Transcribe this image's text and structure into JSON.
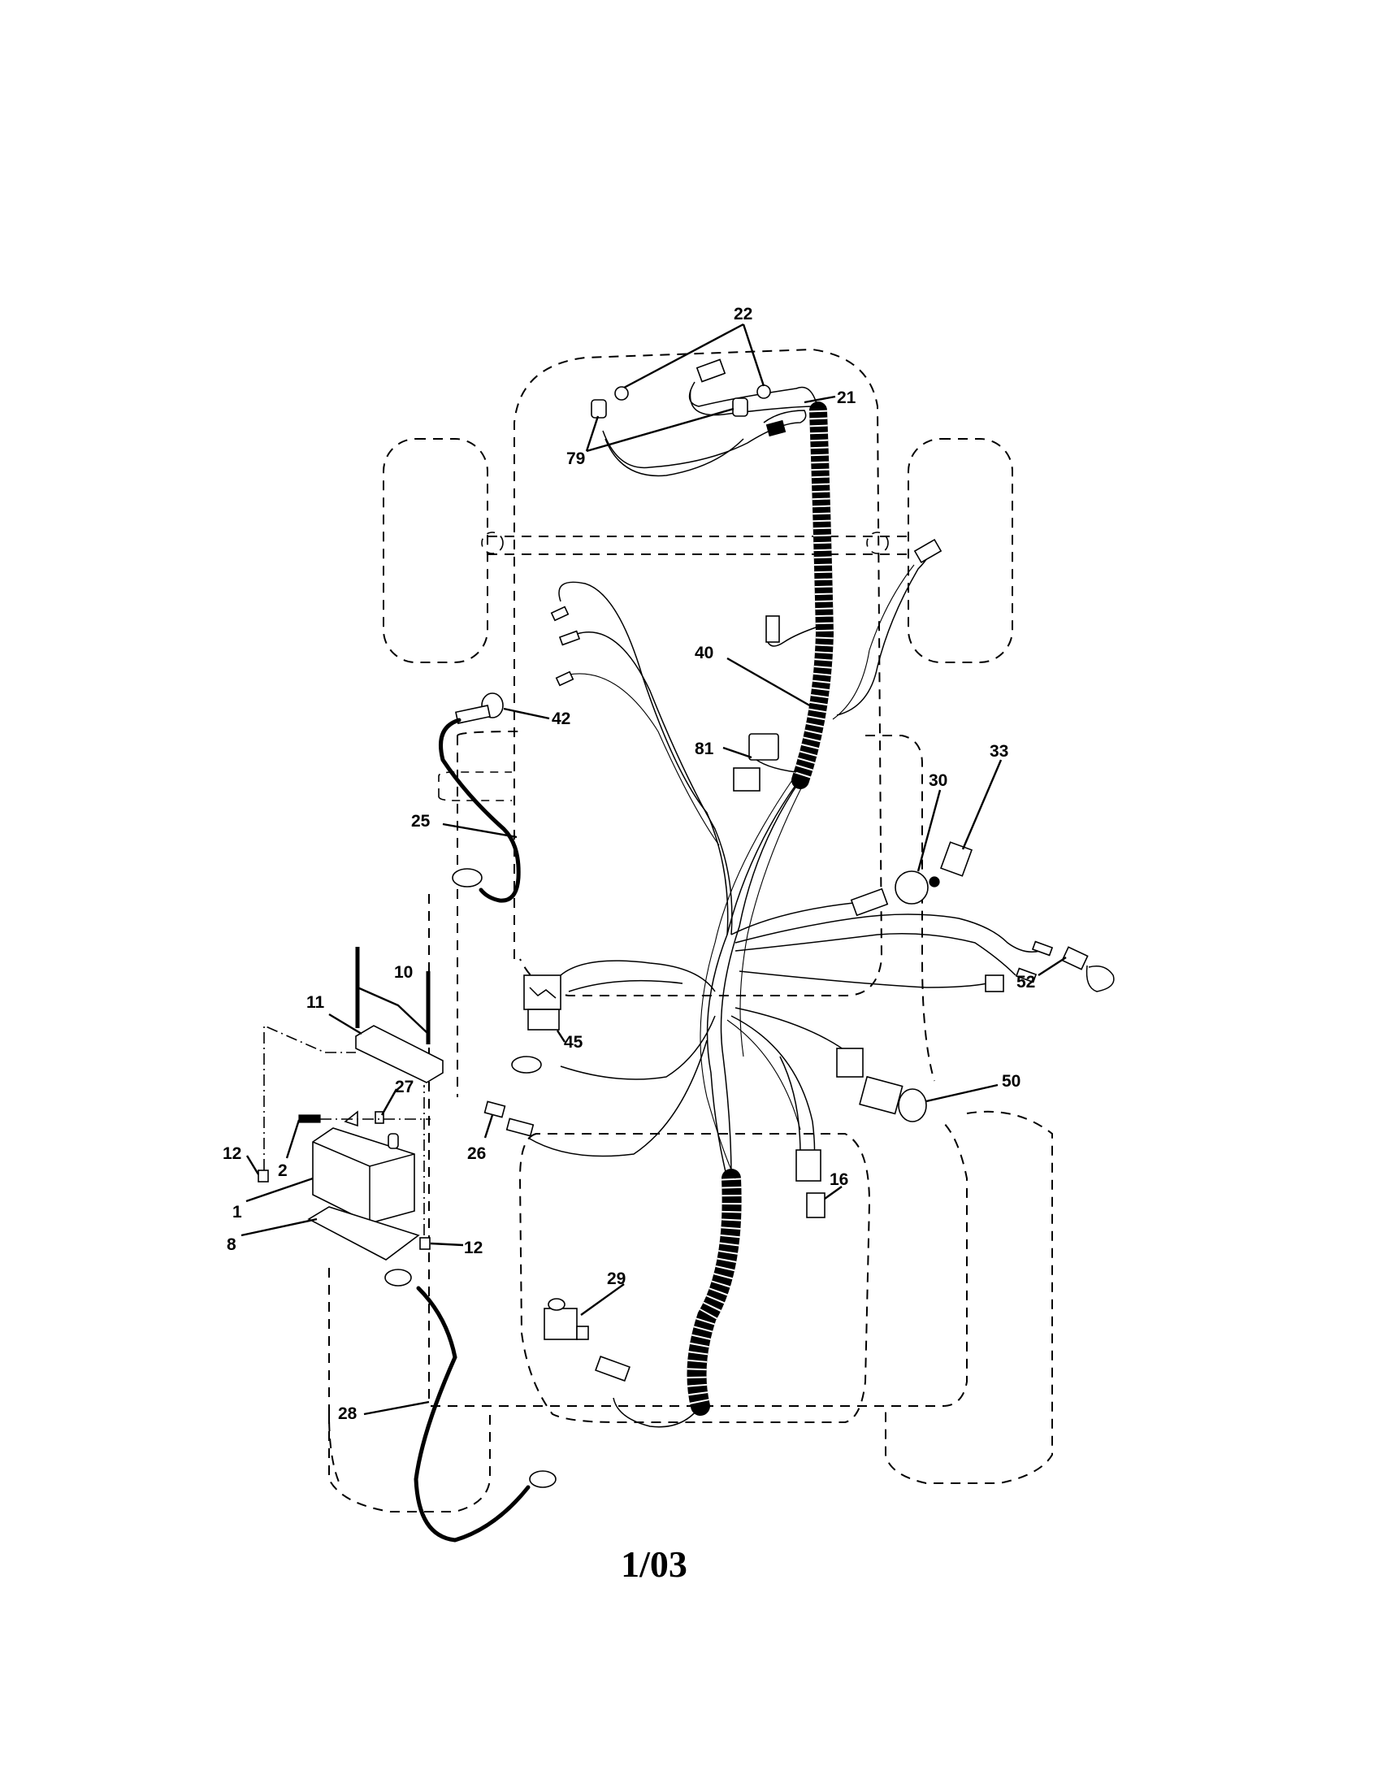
{
  "document": {
    "type": "parts diagram",
    "subject": "electrical wiring harness (lawn tractor)",
    "footer_date": "1/03"
  },
  "callouts": {
    "c22": "22",
    "c21": "21",
    "c79": "79",
    "c40": "40",
    "c42": "42",
    "c81": "81",
    "c33": "33",
    "c30": "30",
    "c25": "25",
    "c10": "10",
    "c11": "11",
    "c52": "52",
    "c45": "45",
    "c27": "27",
    "c50": "50",
    "c12a": "12",
    "c2": "2",
    "c26": "26",
    "c1": "1",
    "c16": "16",
    "c8": "8",
    "c12b": "12",
    "c29": "29",
    "c28": "28"
  },
  "parts": [
    {
      "ref": "1",
      "depicts": "battery"
    },
    {
      "ref": "2",
      "depicts": "battery terminal cover / boot"
    },
    {
      "ref": "8",
      "depicts": "battery tray"
    },
    {
      "ref": "10",
      "depicts": "battery hold-down rods"
    },
    {
      "ref": "11",
      "depicts": "battery hold-down bracket"
    },
    {
      "ref": "12",
      "depicts": "nut"
    },
    {
      "ref": "16",
      "depicts": "connector"
    },
    {
      "ref": "21",
      "depicts": "headlight harness"
    },
    {
      "ref": "22",
      "depicts": "headlight bulbs"
    },
    {
      "ref": "25",
      "depicts": "ground cable"
    },
    {
      "ref": "26",
      "depicts": "fuse / connector"
    },
    {
      "ref": "27",
      "depicts": "terminal bolt"
    },
    {
      "ref": "28",
      "depicts": "battery cable"
    },
    {
      "ref": "29",
      "depicts": "switch"
    },
    {
      "ref": "30",
      "depicts": "ignition switch"
    },
    {
      "ref": "33",
      "depicts": "switch"
    },
    {
      "ref": "40",
      "depicts": "main wiring harness"
    },
    {
      "ref": "42",
      "depicts": "cable boot"
    },
    {
      "ref": "45",
      "depicts": "ammeter / module"
    },
    {
      "ref": "50",
      "depicts": "light switch with knob"
    },
    {
      "ref": "52",
      "depicts": "connector cap"
    },
    {
      "ref": "79",
      "depicts": "headlight sockets"
    },
    {
      "ref": "81",
      "depicts": "relay"
    }
  ]
}
